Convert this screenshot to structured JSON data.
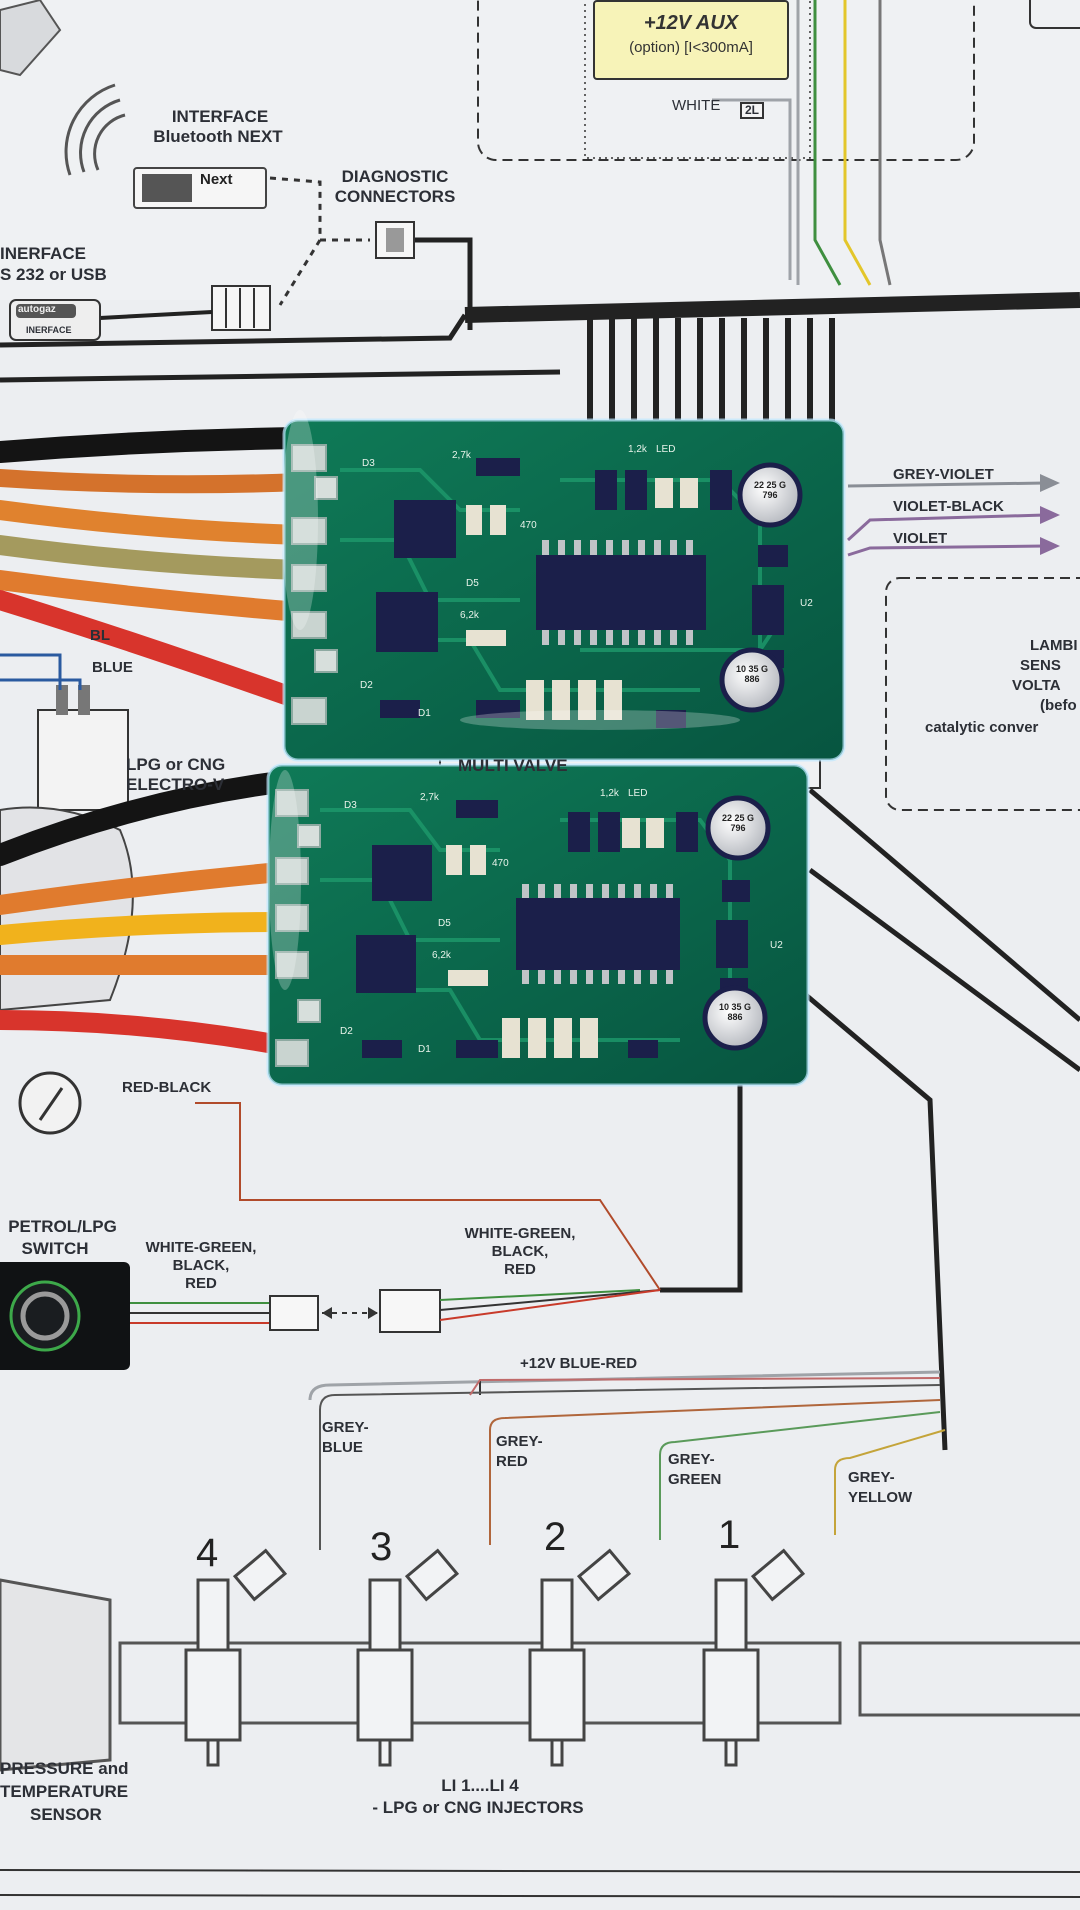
{
  "aux_box": {
    "title": "+12V AUX",
    "subtitle": "(option) [I<300mA]",
    "wire": "WHITE",
    "pin": "2L"
  },
  "interface_bt": {
    "title": "INTERFACE",
    "subtitle": "Bluetooth NEXT",
    "device_text": "Next"
  },
  "diagnostic": {
    "line1": "DIAGNOSTIC",
    "line2": "CONNECTORS"
  },
  "interface_usb": {
    "line1": "INERFACE",
    "line2": "S 232 or USB",
    "device_label": "INERFACE",
    "brand": "autogaz"
  },
  "outputs": {
    "grey_violet": "GREY-VIOLET",
    "violet_black": "VIOLET-BLACK",
    "violet": "VIOLET"
  },
  "lambda": {
    "l1": "LAMBI",
    "l2": "SENS",
    "l3": "VOLTA",
    "l4": "(befo",
    "l5": "catalytic conver"
  },
  "wires_left": {
    "blue_partial": "BL",
    "blue": "BLUE"
  },
  "electrovalve": {
    "l1": "LPG or CNG",
    "l2": "ELECTRO-V"
  },
  "multivalve": "MULTI VALVE",
  "red_black": "RED-BLACK",
  "switch": {
    "l1": "PETROL/LPG",
    "l2": "SWITCH"
  },
  "switch_wires_left": {
    "l1": "WHITE-GREEN,",
    "l2": "BLACK,",
    "l3": "RED"
  },
  "switch_wires_right": {
    "l1": "WHITE-GREEN,",
    "l2": "BLACK,",
    "l3": "RED"
  },
  "blue_red": "+12V BLUE-RED",
  "injector_wires": {
    "grey_blue": [
      "GREY-",
      "BLUE"
    ],
    "grey_red": [
      "GREY-",
      "RED"
    ],
    "grey_green": [
      "GREY-",
      "GREEN"
    ],
    "grey_yellow": [
      "GREY-",
      "YELLOW"
    ]
  },
  "injector_numbers": [
    "4",
    "3",
    "2",
    "1"
  ],
  "pressure": {
    "l1": "PRESSURE and",
    "l2": "TEMPERATURE",
    "l3": "SENSOR"
  },
  "injectors": {
    "l1": "LI 1....LI 4",
    "l2": "- LPG or CNG INJECTORS"
  },
  "pcb_marks": {
    "r1": "2,7k",
    "r2": "1,2k",
    "led": "LED",
    "r3": "6,2k",
    "r4": "470",
    "cap1": "22 25 G 796",
    "cap2": "10 35 G 886",
    "d3": "D3",
    "d2": "D2",
    "d1": "D1",
    "u2": "U2",
    "d5": "D5"
  },
  "colors": {
    "paper": "#e9ebee",
    "pcb": "#0c6b4e",
    "pcb_dark": "#084d3a",
    "line": "#2f3238",
    "violet": "#8a6a9c",
    "red_wire": "#d8342c",
    "orange_wire": "#e07b2e",
    "yellow_wire": "#f1b21c"
  }
}
